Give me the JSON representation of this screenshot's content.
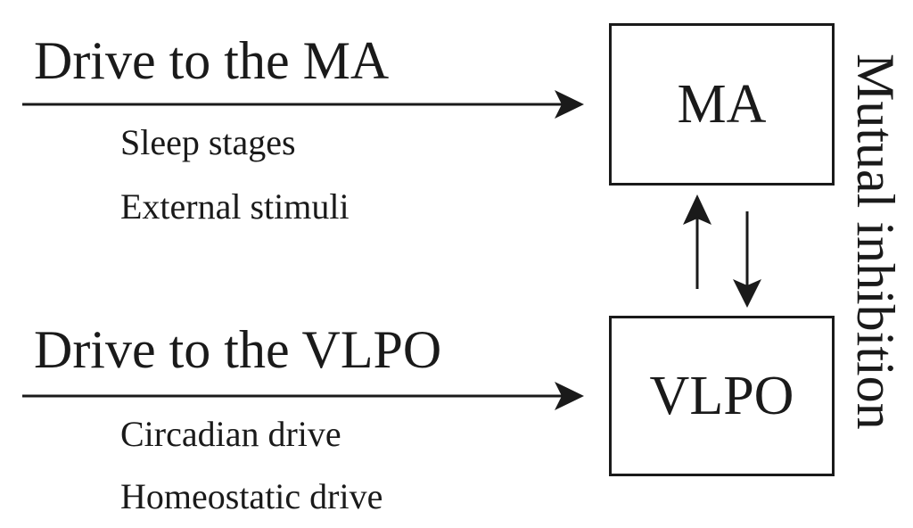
{
  "inputs": [
    {
      "heading": "Drive to the MA",
      "factors": [
        "Sleep stages",
        "External stimuli"
      ]
    },
    {
      "heading": "Drive to the VLPO",
      "factors": [
        "Circadian drive",
        "Homeostatic drive"
      ]
    }
  ],
  "nodes": {
    "ma": "MA",
    "vlpo": "VLPO"
  },
  "interaction_label": "Mutual inhibition"
}
